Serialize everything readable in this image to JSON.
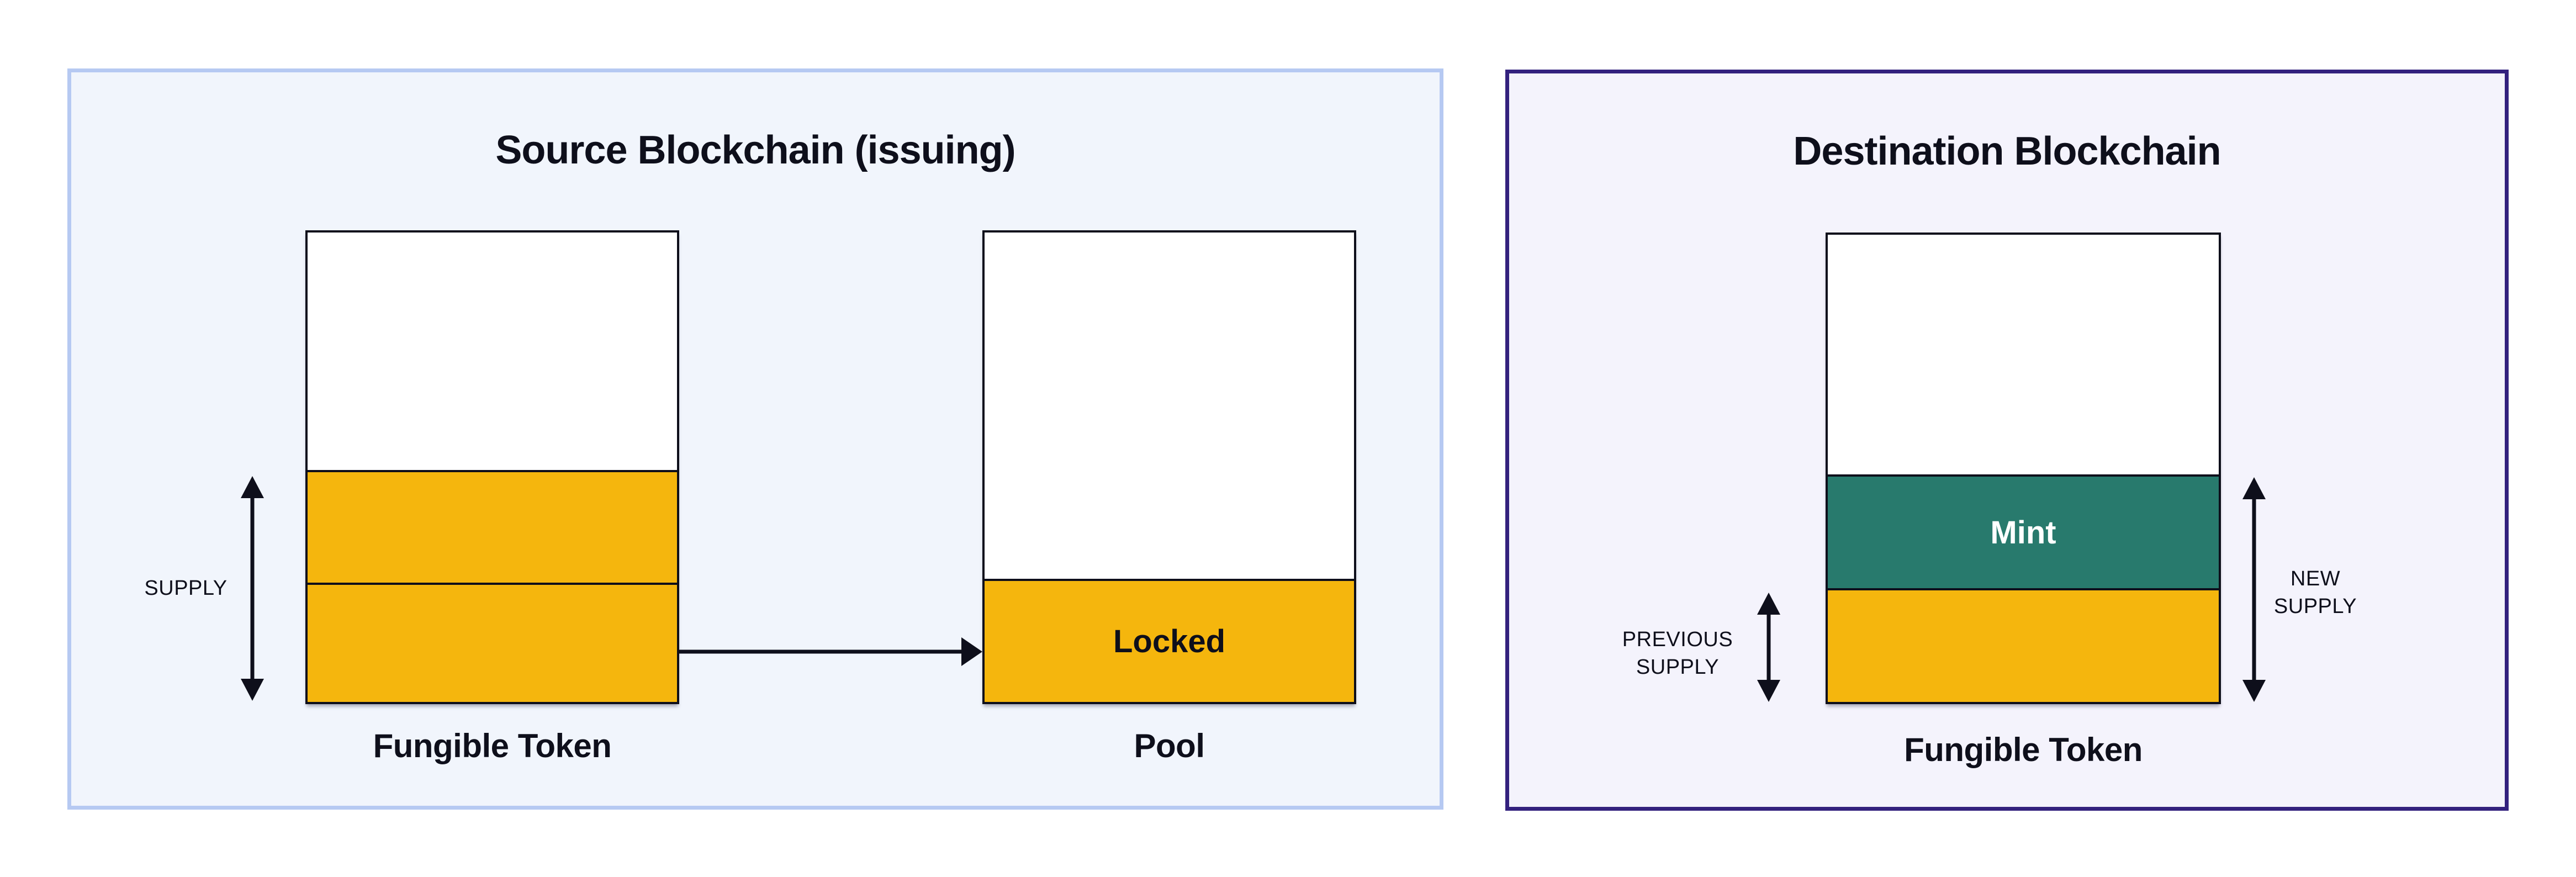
{
  "colors": {
    "page_bg": "#FFFFFF",
    "source_panel_bg": "#F1F5FC",
    "source_panel_border": "#B6C9F2",
    "dest_panel_bg": "#F4F3FC",
    "dest_panel_border": "#33217E",
    "token_yellow": "#F5B60D",
    "mint_teal": "#287A6D",
    "outline_black": "#0E0F1B",
    "text_dark": "#0E0F1B",
    "text_white": "#FFFFFF"
  },
  "source_panel": {
    "title": "Source Blockchain (issuing)",
    "supply_label": "SUPPLY",
    "token_bar_label": "Fungible Token",
    "pool_bar_label": "Pool",
    "locked_label": "Locked"
  },
  "destination_panel": {
    "title": "Destination Blockchain",
    "previous_supply_line1": "PREVIOUS",
    "previous_supply_line2": "SUPPLY",
    "new_supply_line1": "NEW",
    "new_supply_line2": "SUPPLY",
    "token_bar_label": "Fungible Token",
    "mint_label": "Mint"
  }
}
